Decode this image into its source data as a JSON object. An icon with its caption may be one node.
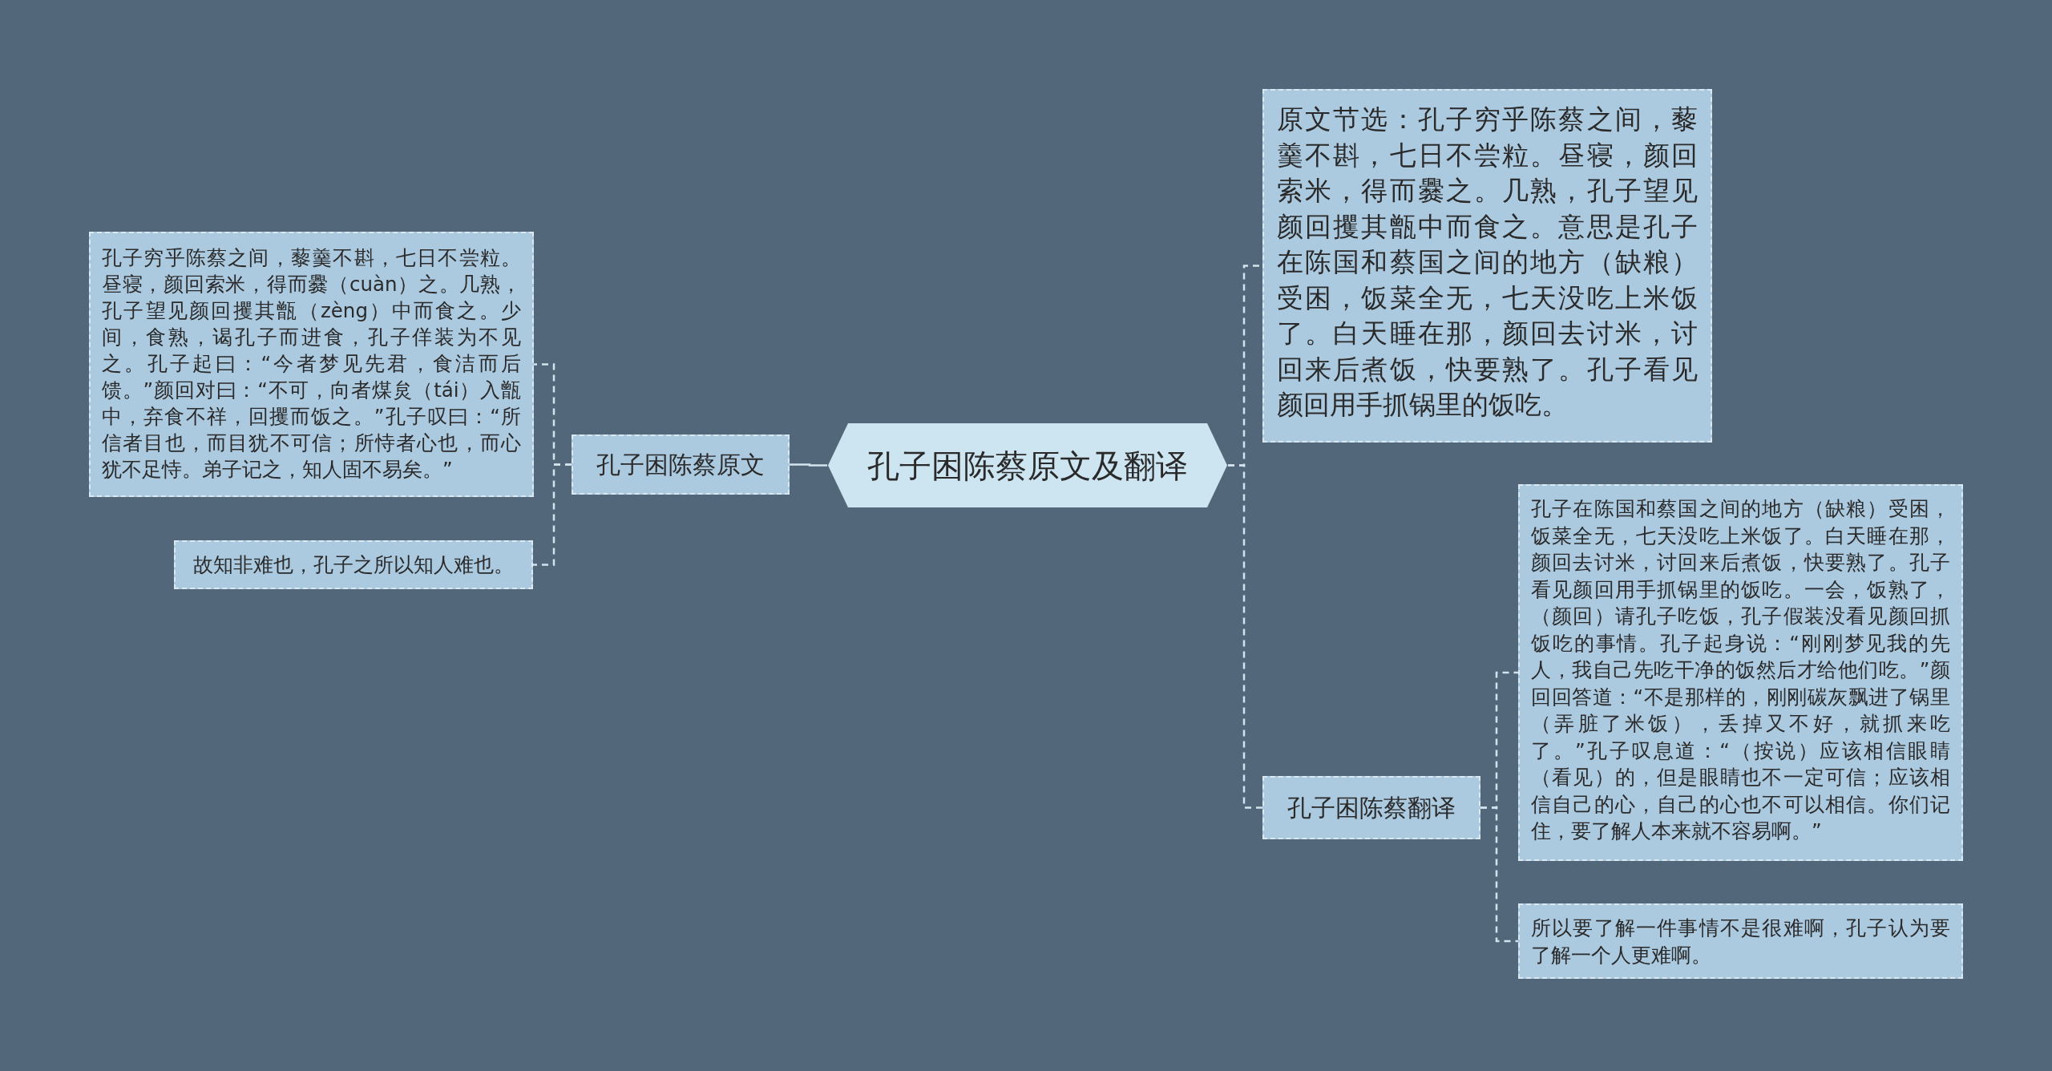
{
  "diagram": {
    "nodes": [
      {
        "text": [
          "孔子困陈蔡原文及翻译"
        ]
      },
      {
        "text": [
          "孔子困陈蔡原文"
        ]
      },
      {
        "text": [
          "孔子穷乎陈蔡之间，藜羹不斟，七日不尝粒。昼寝，颜回索米，得而爨（cuàn）之。几熟，孔子望见颜回攫其甑（zèng）中而食之。少间，食熟，谒孔子而进食，孔子佯装为不见之。孔子起曰：“今者梦见先君，食洁而后馈。”颜回对曰：“不可，向者煤炱（tái）入甑中，弃食不祥，回攫而饭之。”孔子叹曰：“所信者目也，而目犹不可信；所恃者心也，而心犹不足恃。弟子记之，知人固不易矣。”"
        ]
      },
      {
        "text": [
          "故知非难也，孔子之所以知人难也。"
        ]
      },
      {
        "text": [
          "原文节选：孔子穷乎陈蔡之间，藜羹不斟，七日不尝粒。昼寝，颜回索米，得而爨之。几熟，孔子望见颜回攫其甑中而食之。意思是孔子在陈国和蔡国之间的地方（缺粮）受困，饭菜全无，七天没吃上米饭了。白天睡在那，颜回去讨米，讨回来后煮饭，快要熟了。孔子看见颜回用手抓锅里的饭吃。"
        ]
      },
      {
        "text": [
          "孔子困陈蔡翻译"
        ]
      },
      {
        "text": [
          "孔子在陈国和蔡国之间的地方（缺粮）受困，饭菜全无，七天没吃上米饭了。白天睡在那，颜回去讨米，讨回来后煮饭，快要熟了。孔子看见颜回用手抓锅里的饭吃。一会，饭熟了，（颜回）请孔子吃饭，孔子假装没看见颜回抓饭吃的事情。孔子起身说：“刚刚梦见我的先人，我自己先吃干净的饭然后才给他们吃。”颜回回答道：“不是那样的，刚刚碳灰飘进了锅里（弄脏了米饭），丢掉又不好，就抓来吃了。”孔子叹息道：“（按说）应该相信眼睛（看见）的，但是眼睛也不一定可信；应该相信自己的心，自己的心也不可以相信。你们记住，要了解人本来就不容易啊。”"
        ]
      },
      {
        "text": [
          "所以要了解一件事情不是很难啊，孔子认为要了解一个人更难啊。"
        ]
      }
    ],
    "edges": [
      {
        "from": 0,
        "to": 1,
        "arrow": "none"
      },
      {
        "from": 1,
        "to": 2,
        "arrow": "none",
        "style": "dashed"
      },
      {
        "from": 1,
        "to": 3,
        "arrow": "none",
        "style": "dashed"
      },
      {
        "from": 0,
        "to": 4,
        "arrow": "none",
        "style": "dashed"
      },
      {
        "from": 0,
        "to": 5,
        "arrow": "none",
        "style": "dashed"
      },
      {
        "from": 5,
        "to": 6,
        "arrow": "none",
        "style": "dashed"
      },
      {
        "from": 5,
        "to": 7,
        "arrow": "none",
        "style": "dashed"
      }
    ]
  }
}
